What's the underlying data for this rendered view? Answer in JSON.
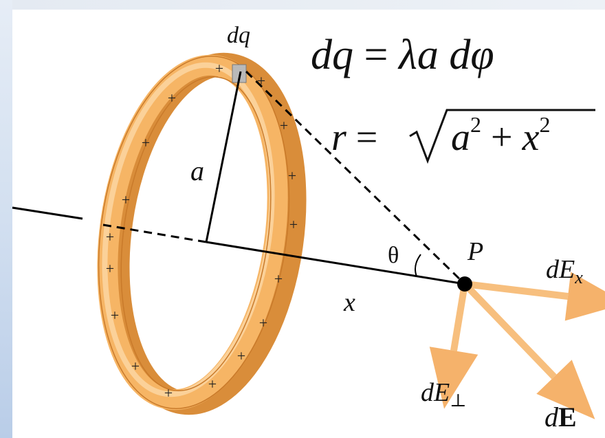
{
  "labels": {
    "dq": "dq",
    "a": "a",
    "theta": "θ",
    "x": "x",
    "P": "P",
    "dEx_main": "dE",
    "dEx_sub": "x",
    "dEperp_main": "dE",
    "dEperp_sub": "⊥",
    "dE_d": "d",
    "dE_E": "E"
  },
  "equations": {
    "dq_lhs": "dq",
    "dq_eq": " = ",
    "dq_lambda": "λ",
    "dq_a": "a",
    "dq_d": " d",
    "dq_phi": "φ",
    "r_lhs": "r",
    "r_eq": " = ",
    "r_a": "a",
    "r_exp1": "2",
    "r_plus": " + ",
    "r_x": "x",
    "r_exp2": "2"
  },
  "plus_sign": "+",
  "colors": {
    "ring_fill": "#f6b86a",
    "ring_light": "#fbd7a6",
    "ring_dark": "#d88a34",
    "arrow": "#f7bf7e",
    "line": "#000000"
  }
}
